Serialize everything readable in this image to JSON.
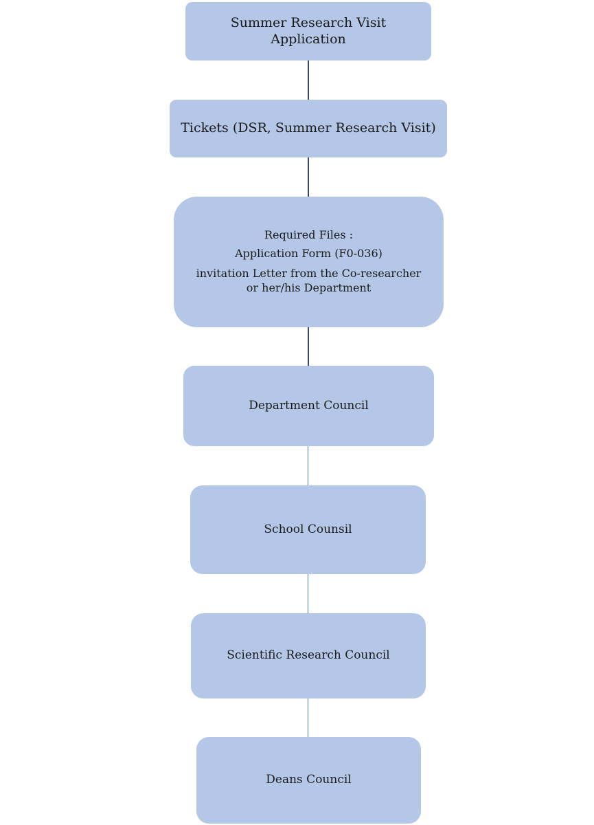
{
  "flowchart": {
    "steps": [
      {
        "label": "Summer Research Visit Application"
      },
      {
        "label": "Tickets (DSR, Summer Research Visit)"
      },
      {
        "title": "Required Files :",
        "items": [
          "Application Form (F0-036)",
          "invitation Letter from the Co-researcher or her/his Department"
        ]
      },
      {
        "label": "Department Council"
      },
      {
        "label": "School Counsil"
      },
      {
        "label": "Scientific Research Council"
      },
      {
        "label": "Deans Council"
      }
    ],
    "colors": {
      "box_fill": "#b4c7e7",
      "connector_dark": "#3a4a66",
      "connector_blue": "#4472c4"
    }
  }
}
